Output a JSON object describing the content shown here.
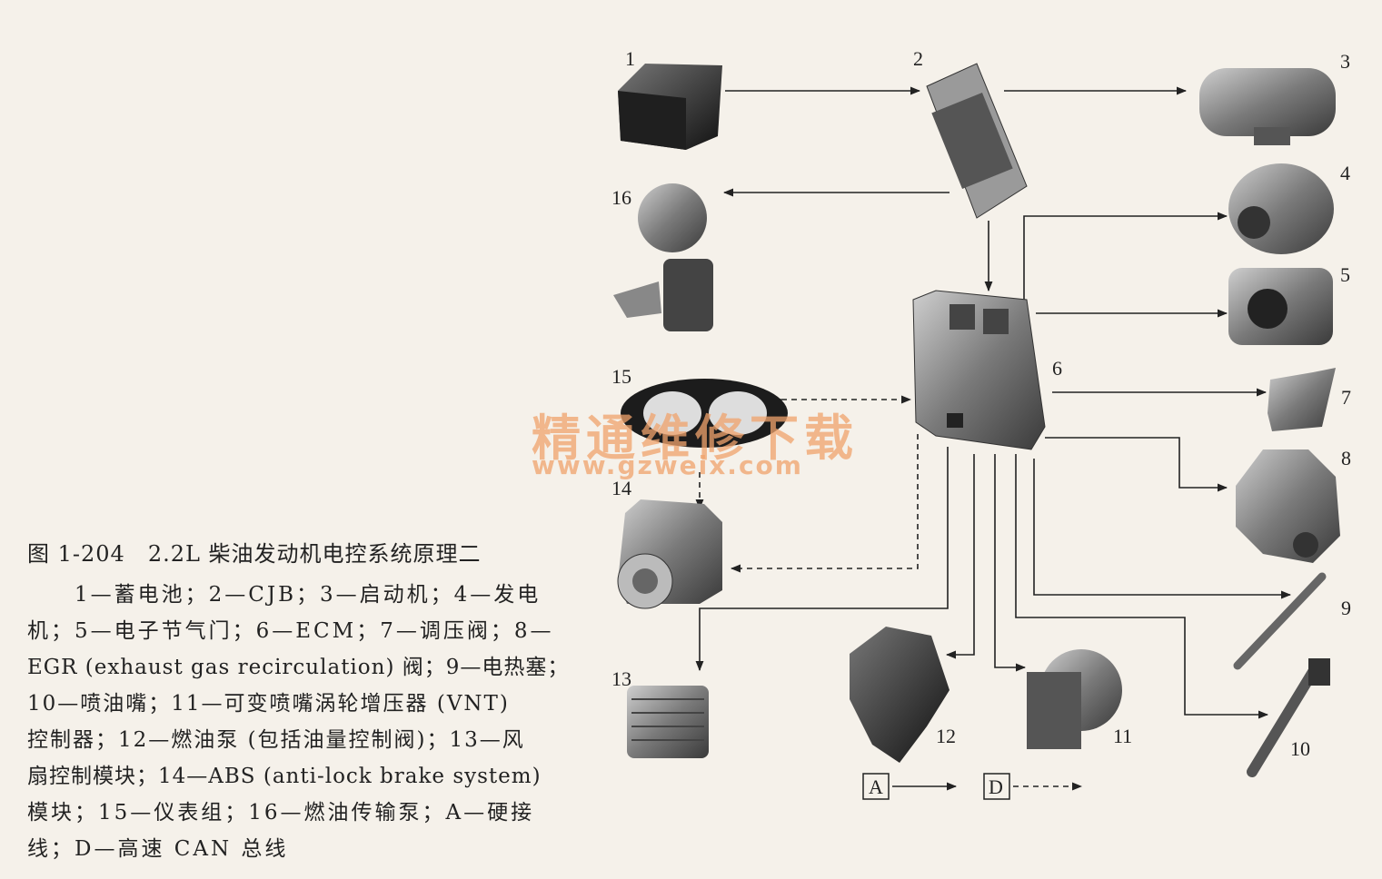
{
  "components": [
    {
      "id": "1",
      "name": "蓄电池"
    },
    {
      "id": "2",
      "name": "CJB"
    },
    {
      "id": "3",
      "name": "启动机"
    },
    {
      "id": "4",
      "name": "发电机"
    },
    {
      "id": "5",
      "name": "电子节气门"
    },
    {
      "id": "6",
      "name": "ECM"
    },
    {
      "id": "7",
      "name": "调压阀"
    },
    {
      "id": "8",
      "name": "EGR (exhaust gas recirculation) 阀"
    },
    {
      "id": "9",
      "name": "电热塞"
    },
    {
      "id": "10",
      "name": "喷油嘴"
    },
    {
      "id": "11",
      "name": "可变喷嘴涡轮增压器 (VNT) 控制器"
    },
    {
      "id": "12",
      "name": "燃油泵 (包括油量控制阀)"
    },
    {
      "id": "13",
      "name": "风扇控制模块"
    },
    {
      "id": "14",
      "name": "ABS (anti-lock brake system) 模块"
    },
    {
      "id": "15",
      "name": "仪表组"
    },
    {
      "id": "16",
      "name": "燃油传输泵"
    }
  ],
  "legend": [
    {
      "key": "A",
      "meaning": "硬接线"
    },
    {
      "key": "D",
      "meaning": "高速CAN总线"
    }
  ],
  "caption": {
    "title": "图 1-204　2.2L 柴油发动机电控系统原理二",
    "lines": [
      "1—蓄电池；2—CJB；3—启动机；4—发电",
      "机；5—电子节气门；6—ECM；7—调压阀；8—",
      "EGR (exhaust gas recirculation) 阀；9—电热塞；",
      "10—喷油嘴；11—可变喷嘴涡轮增压器 (VNT)",
      "控制器；12—燃油泵 (包括油量控制阀)；13—风",
      "扇控制模块；14—ABS (anti-lock brake system)",
      "模块；15—仪表组；16—燃油传输泵；A—硬接",
      "线；D—高速 CAN 总线"
    ]
  },
  "watermark": {
    "cn": "精通维修下载",
    "url": "www.gzweix.com"
  }
}
